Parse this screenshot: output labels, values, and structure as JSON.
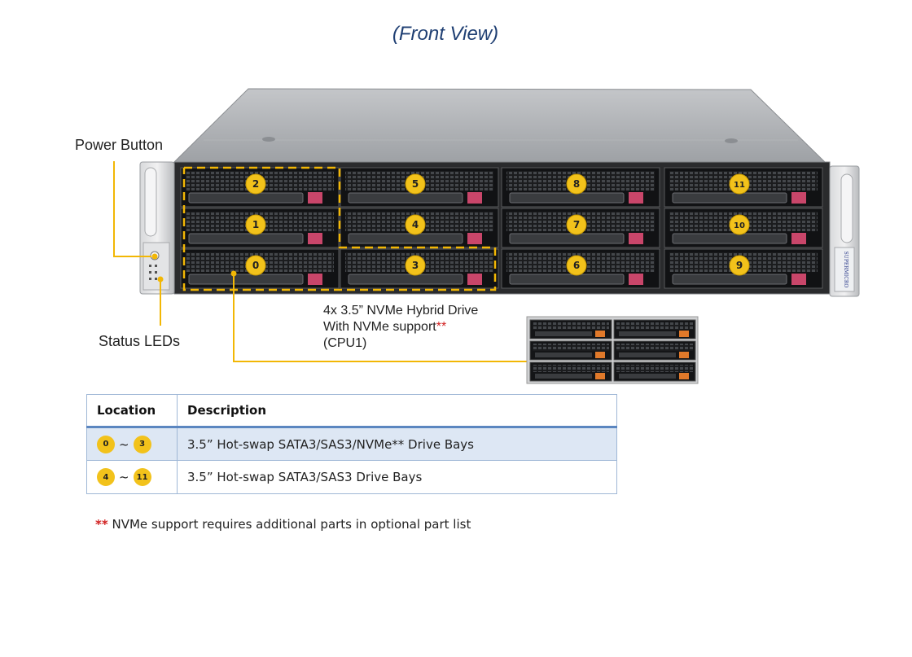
{
  "title": "(Front View)",
  "callouts": {
    "power_button": "Power Button",
    "status_leds": "Status LEDs",
    "nvme_line1": "4x 3.5” NVMe Hybrid Drive",
    "nvme_line2": "With NVMe support",
    "nvme_stars": "**",
    "nvme_line3": "(CPU1)"
  },
  "bays": [
    {
      "label": "2",
      "col": 0,
      "row": 0
    },
    {
      "label": "5",
      "col": 1,
      "row": 0
    },
    {
      "label": "8",
      "col": 2,
      "row": 0
    },
    {
      "label": "11",
      "col": 3,
      "row": 0
    },
    {
      "label": "1",
      "col": 0,
      "row": 1
    },
    {
      "label": "4",
      "col": 1,
      "row": 1
    },
    {
      "label": "7",
      "col": 2,
      "row": 1
    },
    {
      "label": "10",
      "col": 3,
      "row": 1
    },
    {
      "label": "0",
      "col": 0,
      "row": 2
    },
    {
      "label": "3",
      "col": 1,
      "row": 2
    },
    {
      "label": "6",
      "col": 2,
      "row": 2
    },
    {
      "label": "9",
      "col": 3,
      "row": 2
    }
  ],
  "brand_text": "SUPERMICRO",
  "table": {
    "headers": [
      "Location",
      "Description"
    ],
    "rows": [
      {
        "from": "0",
        "to": "3",
        "tilde": "~",
        "description": "3.5” Hot-swap SATA3/SAS3/NVMe** Drive Bays"
      },
      {
        "from": "4",
        "to": "11",
        "tilde": "~",
        "description": "3.5” Hot-swap SATA3/SAS3 Drive Bays"
      }
    ]
  },
  "footnote": {
    "stars": "**",
    "text": " NVMe support requires additional parts in optional part list"
  },
  "colors": {
    "badge": "#f2c21b",
    "callout_line": "#f2b705",
    "title": "#1f3f73",
    "footnote_stars": "#d12020",
    "table_header_rule": "#5b86c0",
    "table_shade": "#dde7f4"
  }
}
